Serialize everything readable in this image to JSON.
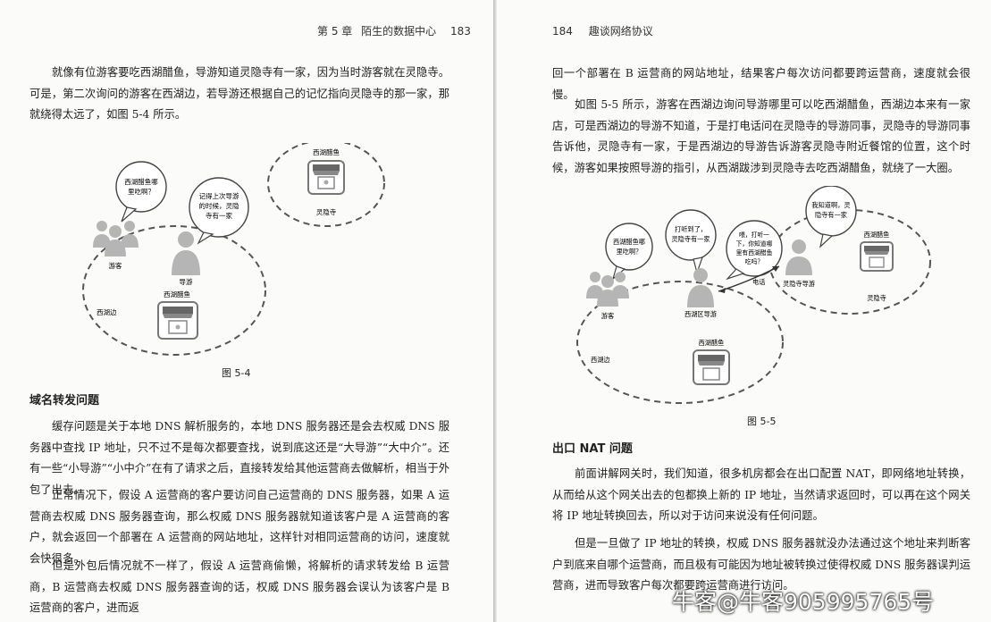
{
  "left_page": {
    "header": {
      "chapter": "第 5 章",
      "title": "陌生的数据中心",
      "page_no": "183"
    },
    "para1": "就像有位游客要吃西湖醋鱼，导游知道灵隐寺有一家，因为当时游客就在灵隐寺。可是，第二次询问的游客在西湖边，若导游还根据自己的记忆指向灵隐寺的那一家，那就绕得太远了，如图 5-4 所示。",
    "figure": {
      "caption": "图 5-4",
      "bubble_tourist": [
        "西湖醋鱼哪",
        "里吃啊？"
      ],
      "bubble_guide": [
        "记得上次导游",
        "的时候，灵隐",
        "寺有一家"
      ],
      "label_tourist": "游客",
      "label_guide": "导游",
      "label_restaurant_west": "西湖醋鱼",
      "label_west_lake": "西湖边",
      "label_restaurant_temple": "西湖醋鱼",
      "label_temple": "灵隐寺"
    },
    "section_heading": "域名转发问题",
    "para2": "缓存问题是关于本地 DNS 解析服务的，本地 DNS 服务器还是会去权威 DNS 服务器中查找 IP 地址，只不过不是每次都要查找，说到底这还是“大导游”“大中介”。还有一些“小导游”“小中介”在有了请求之后，直接转发给其他运营商去做解析，相当于外包了出去。",
    "para3": "正常情况下，假设 A 运营商的客户要访问自己运营商的 DNS 服务器，如果 A 运营商去权威 DNS 服务器查询，那么权威 DNS 服务器就知道该客户是 A 运营商的客户，就会返回一个部署在 A 运营商的网站地址，这样针对相同运营商的访问，速度就会快很多。",
    "para4": "但是外包后情况就不一样了，假设 A 运营商偷懒，将解析的请求转发给 B 运营商，B 运营商去权威 DNS 服务器查询的话，权威 DNS 服务器会误认为该客户是 B 运营商的客户，进而返"
  },
  "right_page": {
    "header": {
      "page_no": "184",
      "title": "趣谈网络协议"
    },
    "para1": "回一个部署在 B 运营商的网站地址，结果客户每次访问都要跨运营商，速度就会很慢。",
    "para2": "如图 5-5 所示，游客在西湖边询问导游哪里可以吃西湖醋鱼，西湖边本来有一家店，可是西湖边的导游不知道，于是打电话问在灵隐寺的导游同事，灵隐寺的导游同事告诉他，灵隐寺有一家，于是西湖边的导游告诉游客灵隐寺附近餐馆的位置，这个时候，游客如果按照导游的指引，从西湖跋涉到灵隐寺去吃西湖醋鱼，就绕了一大圈。",
    "figure": {
      "caption": "图 5-5",
      "bubble_tourist": [
        "西湖醋鱼哪",
        "里吃啊？"
      ],
      "bubble_guide": [
        "打听到了，",
        "灵隐寺有一家"
      ],
      "bubble_call": [
        "喂，打听一",
        "下，你知道哪",
        "里有西湖醋鱼",
        "吃吗？"
      ],
      "bubble_temple_guide": [
        "我知道啊，灵",
        "隐寺有一家"
      ],
      "label_tourist": "游客",
      "label_west_guide": "西湖区导游",
      "label_phone": "电话",
      "label_temple_guide": "灵隐寺导游",
      "label_restaurant_temple": "西湖醋鱼",
      "label_temple": "灵隐寺",
      "label_restaurant_west": "西湖醋鱼",
      "label_west_lake": "西湖边"
    },
    "section_heading": "出口 NAT 问题",
    "para3": "前面讲解网关时，我们知道，很多机房都会在出口配置 NAT，即网络地址转换，从而给从这个网关出去的包都换上新的 IP 地址，当然请求返回时，可以再在这个网关将 IP 地址转换回去，所以对于访问来说没有任何问题。",
    "para4": "但是一旦做了 IP 地址的转换，权威 DNS 服务器就没办法通过这个地址来判断客户到底来自哪个运营商，而且极有可能因为地址被转换过使得权威 DNS 服务器误判运营商，进而导致客户每次都要跨运营商进行访问。"
  },
  "watermark": "牛客@牛客905995765号"
}
